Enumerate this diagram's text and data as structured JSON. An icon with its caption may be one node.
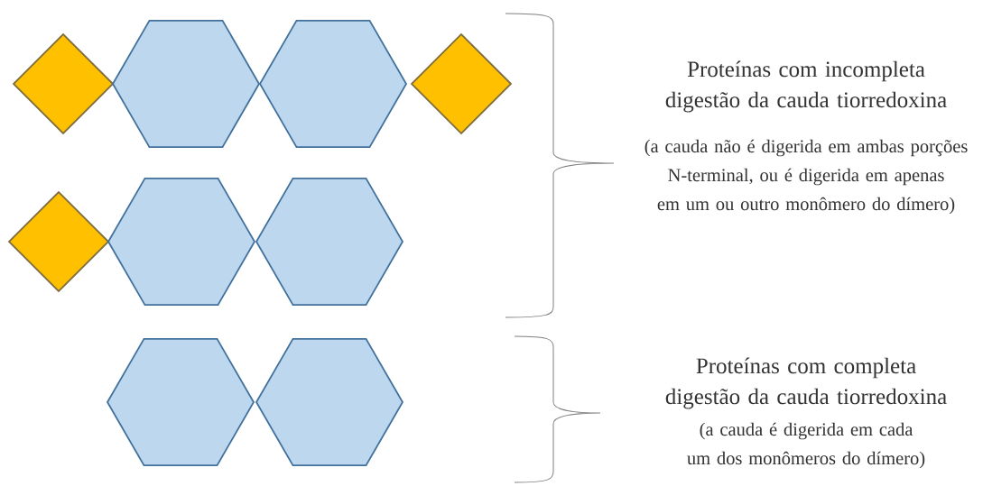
{
  "diagram": {
    "nodes": [
      {
        "text": [],
        "shape": "diamond"
      },
      {
        "text": [],
        "shape": "hexagon"
      },
      {
        "text": [],
        "shape": "hexagon"
      },
      {
        "text": [],
        "shape": "diamond"
      },
      {
        "text": [],
        "shape": "diamond"
      },
      {
        "text": [],
        "shape": "hexagon"
      },
      {
        "text": [],
        "shape": "hexagon"
      },
      {
        "text": [],
        "shape": "hexagon"
      },
      {
        "text": [],
        "shape": "hexagon"
      }
    ],
    "labels": [
      "Proteínas com incompleta digestão da cauda tiorredoxina",
      "(a cauda não é digerida em ambas porções N-terminal, ou é digerida em apenas em um ou outro monômero do dímero)",
      "Proteínas com completa digestão da cauda tiorredoxina",
      "(a cauda é digerida em cada um dos monômeros do dímero)"
    ]
  }
}
